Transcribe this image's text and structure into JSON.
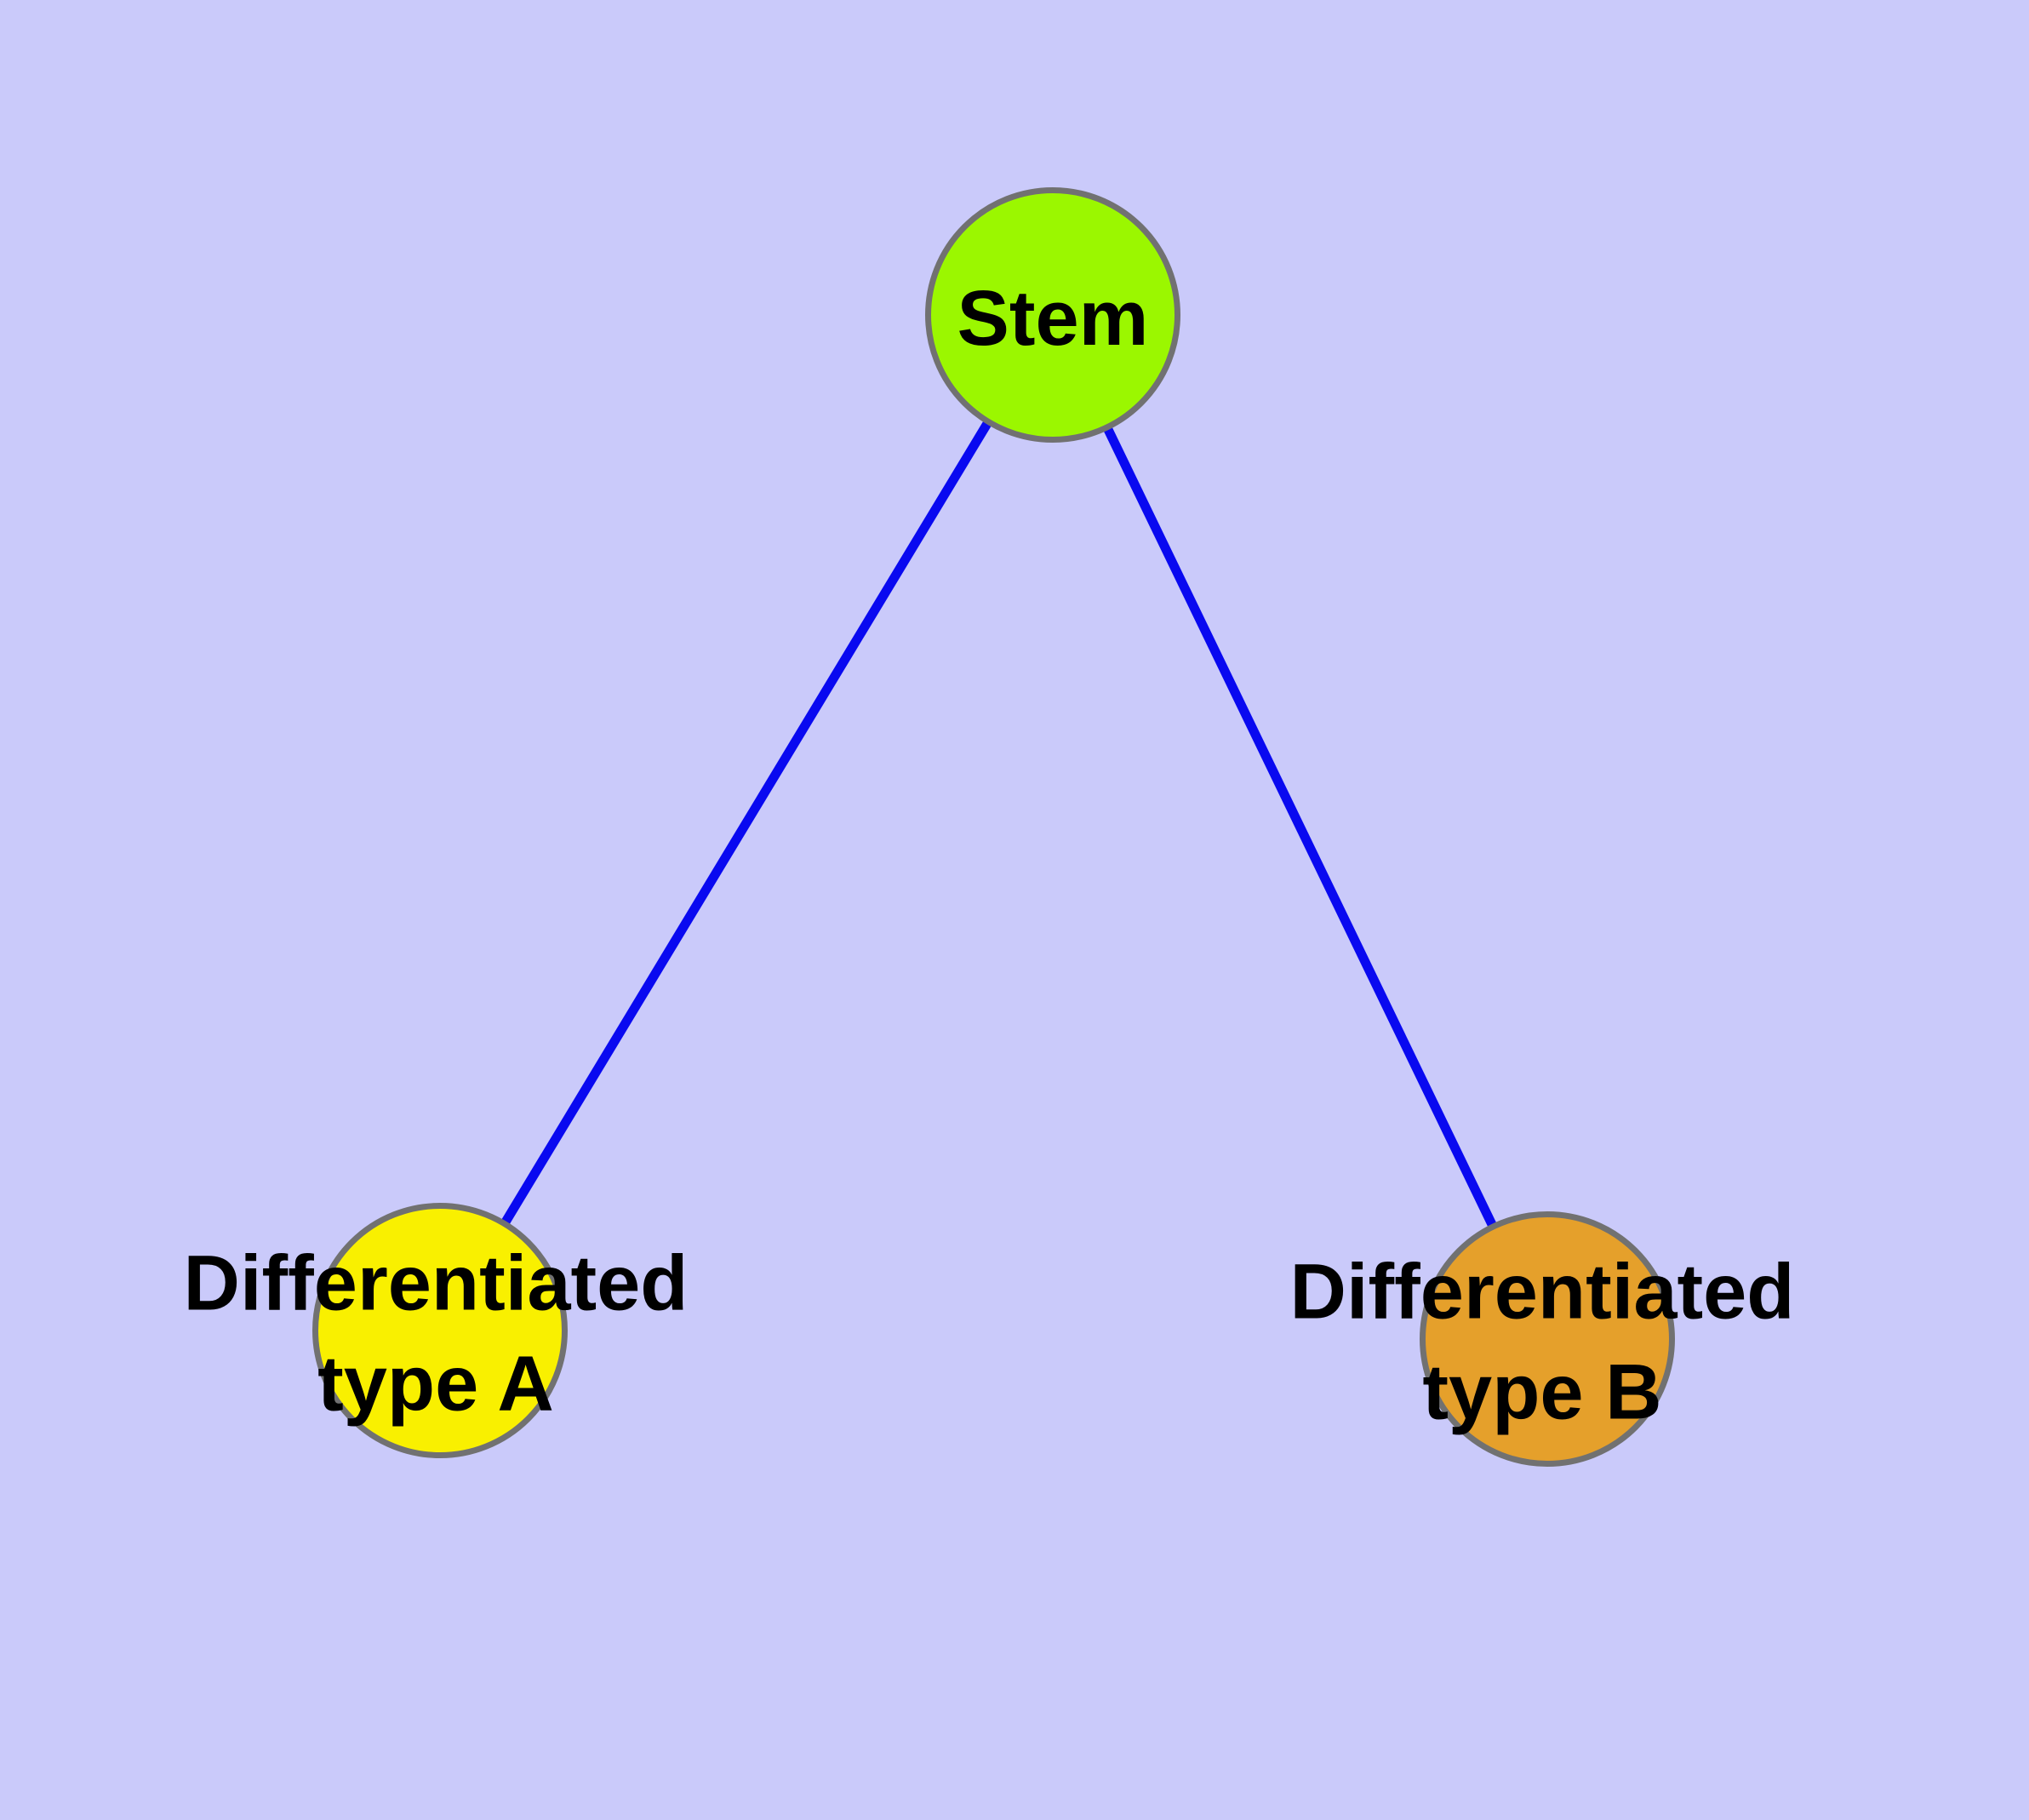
{
  "diagram": {
    "background_color": "#cacafa",
    "edge_color": "#0909f0",
    "node_border_color": "#717171",
    "text_color": "#000000",
    "nodes": [
      {
        "id": "stem",
        "label": "Stem",
        "fill_color": "#9bf700"
      },
      {
        "id": "type-a",
        "label": "Differentiated\ntype A",
        "fill_color": "#f9f000"
      },
      {
        "id": "type-b",
        "label": "Differentiated\ntype B",
        "fill_color": "#e5a02b"
      }
    ],
    "edges": [
      {
        "from": "Stem",
        "to": "Differentiated type A"
      },
      {
        "from": "Stem",
        "to": "Differentiated type B"
      }
    ]
  }
}
